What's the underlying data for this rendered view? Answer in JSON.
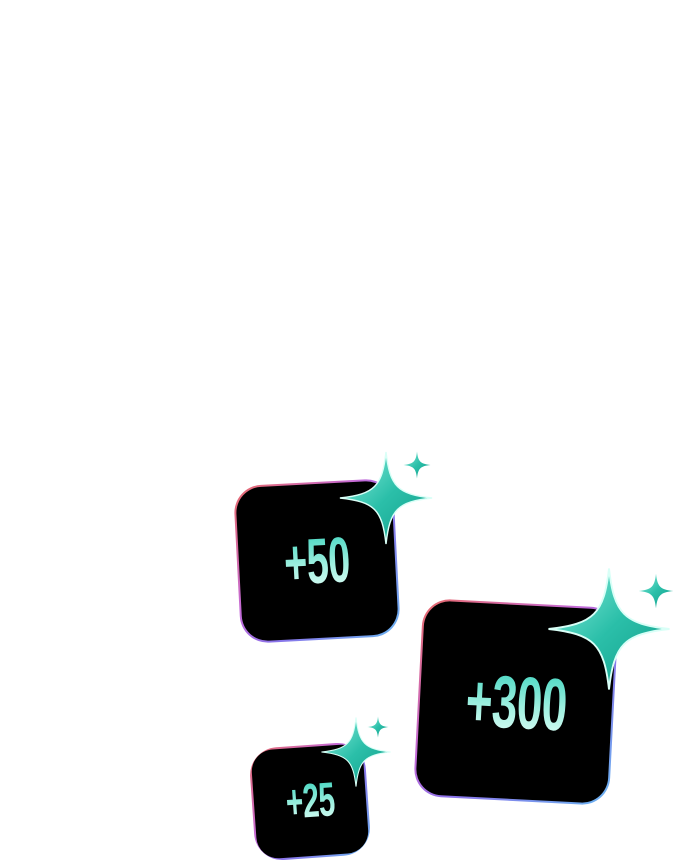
{
  "badges": [
    {
      "id": "badge-50",
      "value": "+50"
    },
    {
      "id": "badge-300",
      "value": "+300"
    },
    {
      "id": "badge-25",
      "value": "+25"
    }
  ],
  "colors": {
    "badge_fill": "#000000",
    "sparkle_teal": "#2bbfa9",
    "sparkle_light": "#8ff0df",
    "text_gradient_top": "#2fcfb9",
    "text_gradient_bottom": "#eafffa"
  },
  "icons": {
    "sparkle": "four-point-star-sparkle-icon"
  }
}
